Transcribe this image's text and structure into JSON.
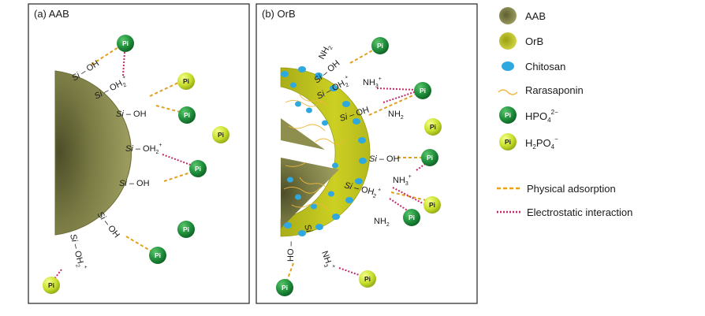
{
  "panels": {
    "a": {
      "title": "(a) AAB"
    },
    "b": {
      "title": "(b) OrB"
    }
  },
  "groups": {
    "si_oh": "Si – OH",
    "si_oh2": "Si – OH",
    "si": "Si",
    "oh": "OH",
    "ho": "HO",
    "nh2": "NH",
    "nh3": "NH",
    "sub2": "2",
    "sub3": "3",
    "plus": "+",
    "pi": "Pi"
  },
  "legend": {
    "items": [
      {
        "key": "aab",
        "label": "AAB",
        "color": "#8b8c4f"
      },
      {
        "key": "orb",
        "label": "OrB",
        "color": "#c6c91f"
      },
      {
        "key": "chitosan",
        "label": "Chitosan",
        "color": "#2fa8e0"
      },
      {
        "key": "rarasaponin",
        "label": "Rarasaponin",
        "color": "#f4c24a"
      },
      {
        "key": "hpo4",
        "label": "HPO",
        "sub": "4",
        "sup": "2−",
        "color": "#1e8a3a"
      },
      {
        "key": "h2po4",
        "label_pre": "H",
        "sub1": "2",
        "label_mid": "PO",
        "sub2": "4",
        "sup": "−",
        "color": "#c9e234"
      }
    ],
    "lines": [
      {
        "label": "Physical adsorption",
        "color": "#e8a21a"
      },
      {
        "label": "Electrostatic interaction",
        "color": "#c4276a"
      }
    ]
  }
}
